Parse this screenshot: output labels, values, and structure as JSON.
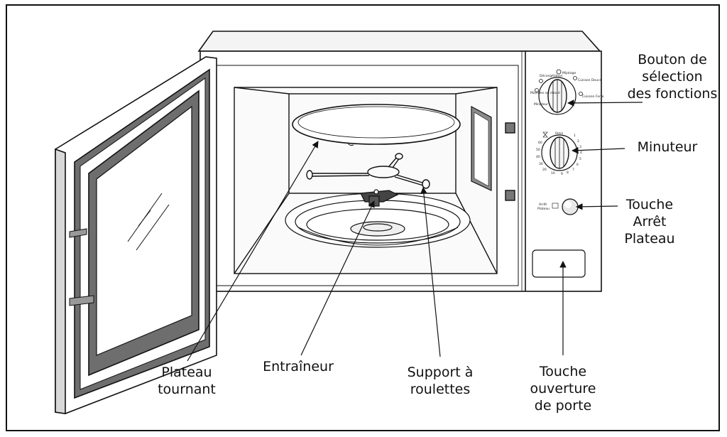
{
  "labels": {
    "bouton_selection": [
      "Bouton de",
      "sélection",
      "des fonctions"
    ],
    "minuteur": [
      "Minuteur"
    ],
    "touche_arret": [
      "Touche",
      "Arrêt",
      "Plateau"
    ],
    "touche_ouverture": [
      "Touche",
      "ouverture",
      "de porte"
    ],
    "plateau_tournant": [
      "Plateau",
      "tournant"
    ],
    "entraineur": [
      "Entraîneur"
    ],
    "support_roulettes": [
      "Support à",
      "roulettes"
    ]
  },
  "knob_function": {
    "options": [
      "Décongélation",
      "Mijotage",
      "Cuisson Douce",
      "Maintien au chaud",
      "Minuteur",
      "Cuisson Forte"
    ]
  },
  "knob_timer": {
    "ticks": [
      "0min",
      "1",
      "2",
      "3",
      "4",
      "5",
      "6",
      "7",
      "8",
      "9",
      "10",
      "20",
      "30",
      "40",
      "50",
      "60"
    ]
  },
  "arret_plateau_small": [
    "Arrêt",
    "Plateau"
  ],
  "colors": {
    "line": "#111111",
    "panel_gray": "#6e6e6e",
    "face": "#ffffff"
  }
}
